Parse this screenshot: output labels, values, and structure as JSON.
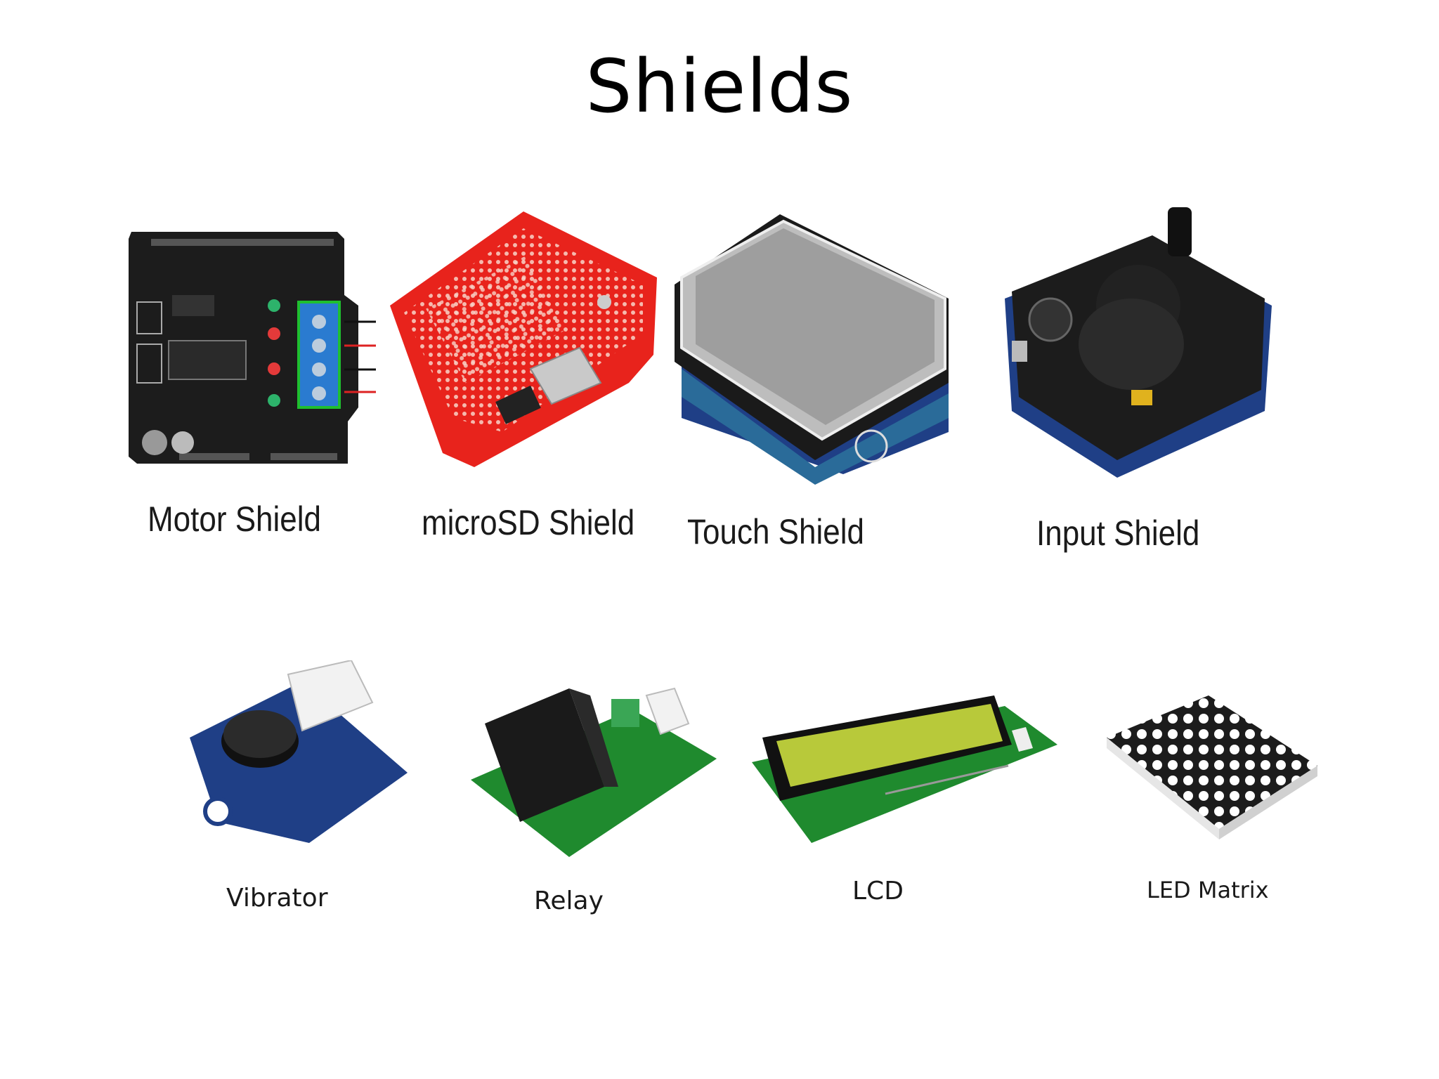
{
  "slide": {
    "title": "Shields",
    "shields": [
      {
        "label": "Motor Shield",
        "icon": "motor-shield-board"
      },
      {
        "label": "microSD Shield",
        "icon": "microsd-shield-board"
      },
      {
        "label": "Touch Shield",
        "icon": "touch-shield-board"
      },
      {
        "label": "Input Shield",
        "icon": "input-shield-board"
      }
    ],
    "modules": [
      {
        "label": "Vibrator",
        "icon": "vibrator-module"
      },
      {
        "label": "Relay",
        "icon": "relay-module"
      },
      {
        "label": "LCD",
        "icon": "lcd-module"
      },
      {
        "label": "LED Matrix",
        "icon": "led-matrix-module"
      }
    ]
  },
  "colors": {
    "pcb_black": "#1c1c1c",
    "pcb_red": "#e8231c",
    "pcb_blue": "#1f3f86",
    "pcb_green": "#1f8a2e",
    "lcd_screen": "#b8c93a"
  }
}
